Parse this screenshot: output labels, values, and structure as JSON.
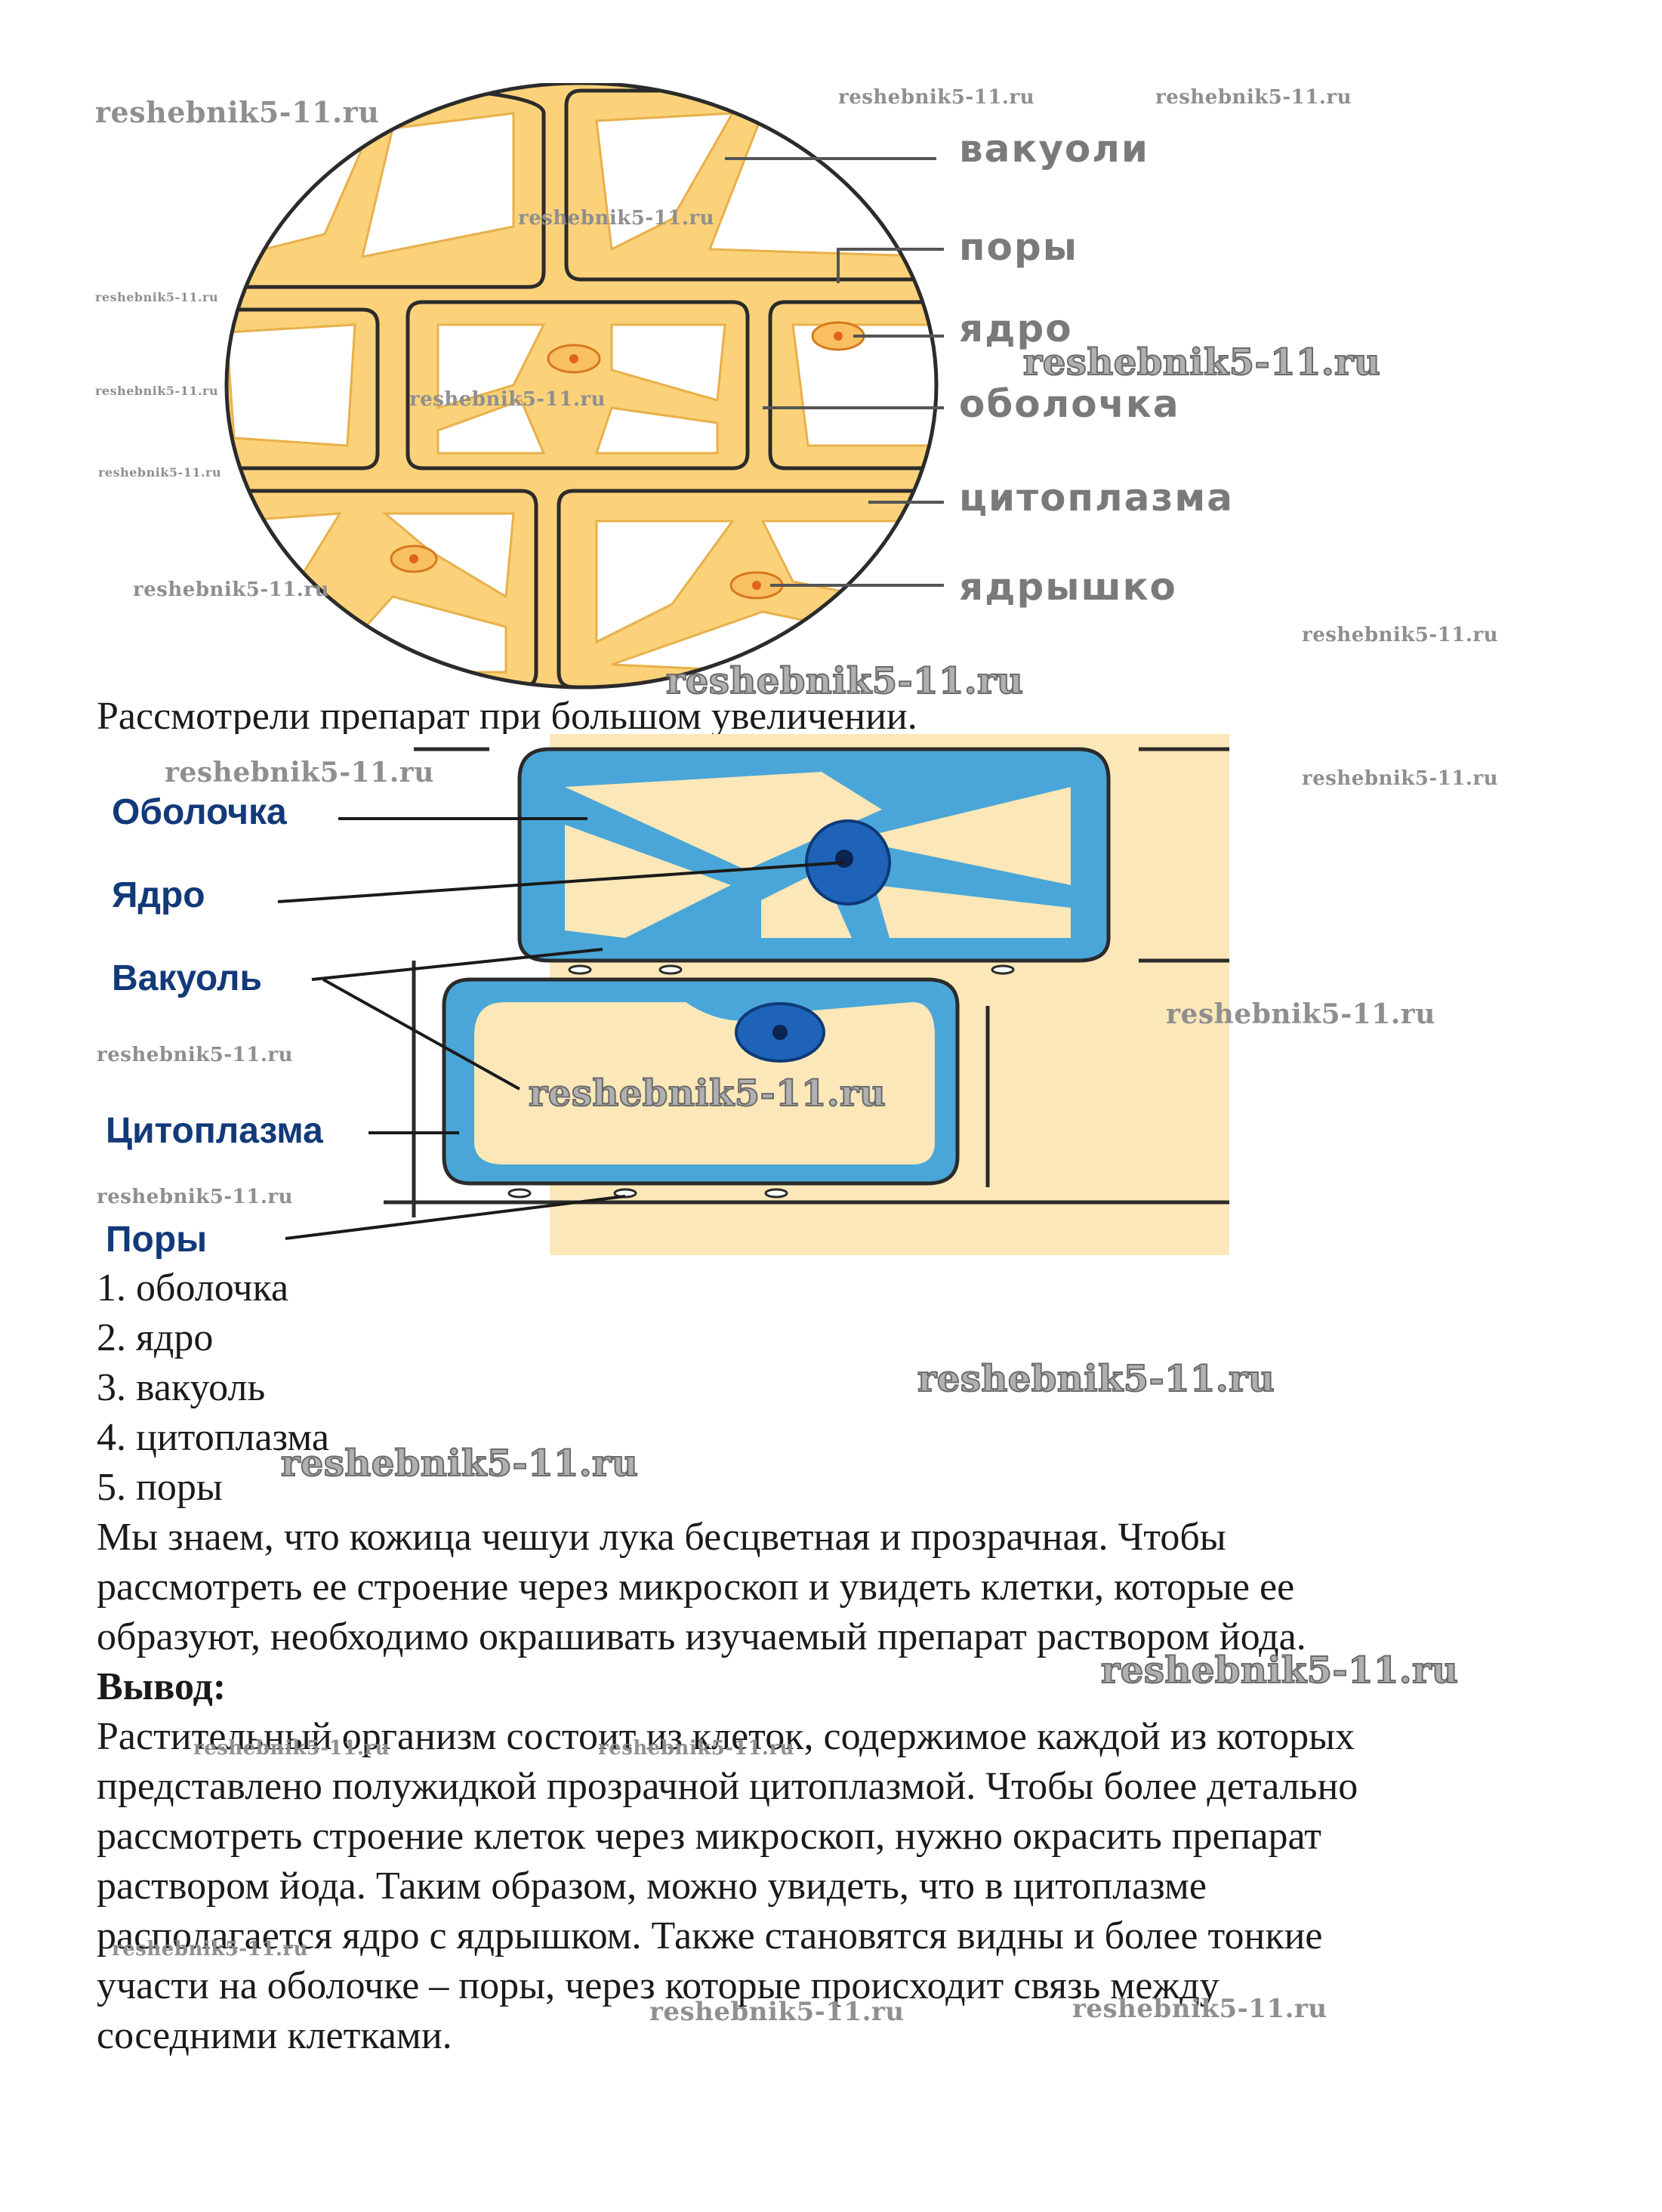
{
  "watermark": "reshebnik5-11.ru",
  "figure1": {
    "labels": [
      "вакуоли",
      "поры",
      "ядро",
      "оболочка",
      "цитоплазма",
      "ядрышко"
    ]
  },
  "caption": "Рассмотрели препарат при большом увеличении.",
  "figure2": {
    "labels": [
      "Оболочка",
      "Ядро",
      "Вакуоль",
      "Цитоплазма",
      "Поры"
    ]
  },
  "list": [
    "1. оболочка",
    "2. ядро",
    "3. вакуоль",
    "4. цитоплазма",
    "5. поры"
  ],
  "paragraph1": [
    "Мы знаем, что кожица чешуи лука бесцветная и прозрачная. Чтобы",
    "рассмотреть ее строение через микроскоп и увидеть клетки, которые ее",
    "образуют, необходимо окрашивать изучаемый препарат раствором йода."
  ],
  "conclusion_heading": "Вывод:",
  "paragraph2": [
    "Растительный организм состоит из клеток, содержимое каждой из которых",
    "представлено полужидкой прозрачной цитоплазмой. Чтобы более детально",
    "рассмотреть строение клеток через микроскоп, нужно окрасить препарат",
    "раствором йода. Таким образом, можно увидеть, что в цитоплазме",
    "располагается ядро с ядрышком. Также становятся видны и более тонкие",
    "участи на оболочке – поры, через которые происходит связь между",
    "соседними клетками."
  ],
  "colors": {
    "figure1_fill": "#fbd27a",
    "figure1_vacuole": "#ffffff",
    "figure2_bg": "#fbe7b8",
    "figure2_cytoplasm": "#4aa6d8",
    "figure2_nucleus": "#1e63b8"
  }
}
